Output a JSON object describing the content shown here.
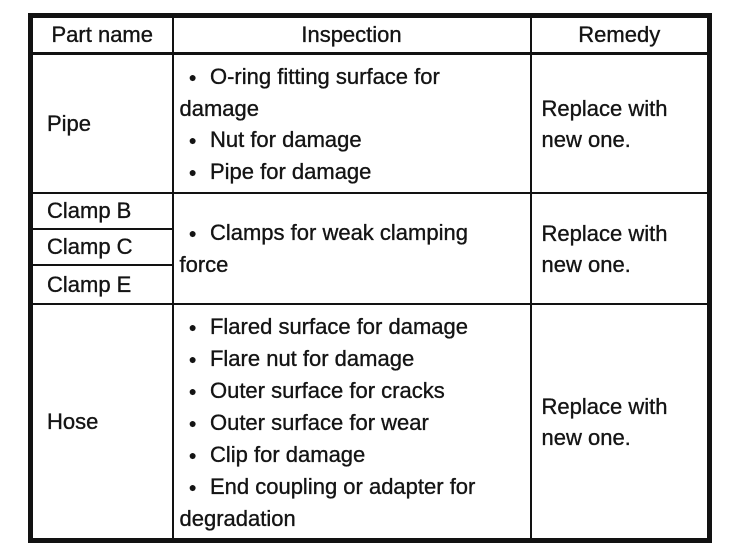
{
  "table": {
    "columns": [
      "Part name",
      "Inspection",
      "Remedy"
    ],
    "bullet_icon": "●",
    "rows": [
      {
        "part": "Pipe",
        "inspection_items": [
          "O-ring fitting surface for damage",
          "Nut for damage",
          "Pipe for damage"
        ],
        "remedy": "Replace with new one."
      },
      {
        "parts": [
          "Clamp B",
          "Clamp C",
          "Clamp E"
        ],
        "inspection_items": [
          "Clamps for weak clamping force"
        ],
        "remedy": "Replace with new one."
      },
      {
        "part": "Hose",
        "inspection_items": [
          "Flared surface for damage",
          "Flare nut for damage",
          "Outer surface for cracks",
          "Outer surface for wear",
          "Clip for damage",
          "End coupling or adapter for degradation"
        ],
        "remedy": "Replace with new one."
      }
    ]
  },
  "colors": {
    "ink": "#141414",
    "paper": "#ffffff"
  }
}
